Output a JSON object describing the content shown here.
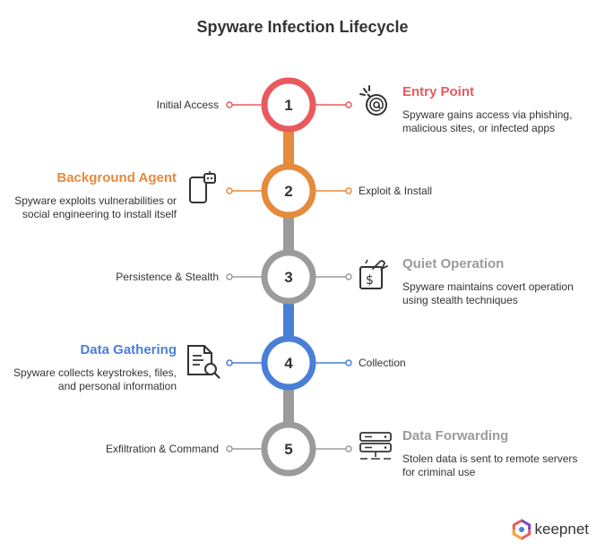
{
  "title": "Spyware Infection Lifecycle",
  "colors": {
    "red": "#E85A5E",
    "orange": "#E68A3B",
    "gray": "#9B9B9B",
    "blue": "#4A7FD8",
    "text": "#333333"
  },
  "steps": [
    {
      "number": "1",
      "color": "#E85A5E",
      "label": "Initial Access",
      "heading": "Entry Point",
      "description": "Spyware gains access via phishing, malicious sites, or infected apps",
      "icon": "hacker-email-icon"
    },
    {
      "number": "2",
      "color": "#E68A3B",
      "label": "Exploit & Install",
      "heading": "Background Agent",
      "description": "Spyware exploits vulnerabilities or social engineering to install itself",
      "icon": "phone-robot-icon"
    },
    {
      "number": "3",
      "color": "#9B9B9B",
      "label": "Persistence & Stealth",
      "heading": "Quiet Operation",
      "description": "Spyware maintains covert operation using stealth techniques",
      "icon": "hand-payment-icon"
    },
    {
      "number": "4",
      "color": "#4A7FD8",
      "label": "Collection",
      "heading": "Data Gathering",
      "description": "Spyware collects keystrokes, files, and personal information",
      "icon": "document-search-icon"
    },
    {
      "number": "5",
      "color": "#9B9B9B",
      "label": "Exfiltration & Command",
      "heading": "Data Forwarding",
      "description": "Stolen data is sent to remote servers for criminal use",
      "icon": "server-icon"
    }
  ],
  "logo": {
    "text": "keepnet"
  }
}
